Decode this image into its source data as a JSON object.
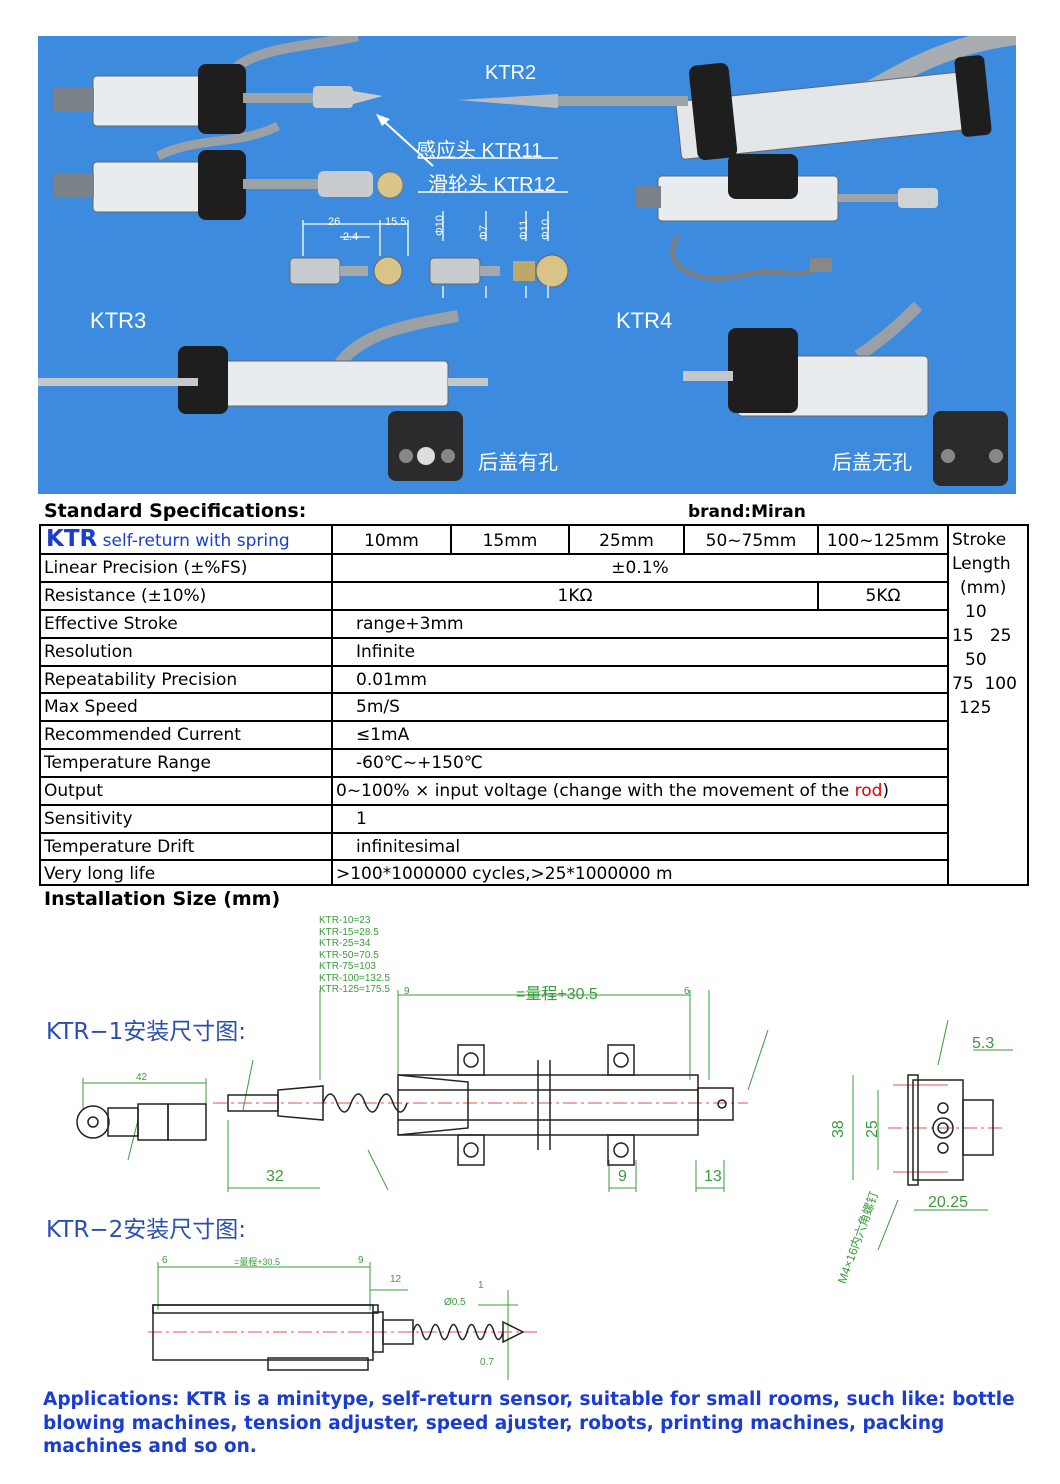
{
  "photo": {
    "labels": {
      "ktr2": "KTR2",
      "ktr11": "感应头 KTR11",
      "ktr12": "滑轮头 KTR12",
      "ktr3": "KTR3",
      "ktr4": "KTR4",
      "cover_hole": "后盖有孔",
      "cover_nohole": "后盖无孔"
    },
    "dims": {
      "d26": "26",
      "d24": "2.4",
      "d155": "15.5",
      "phi10a": "Φ10",
      "phi7": "Φ7",
      "phi11": "Φ11",
      "phi10b": "Φ10"
    },
    "colors": {
      "background": "#3d8bde"
    }
  },
  "spec": {
    "title": "Standard Specifications:",
    "brand": "brand:Miran",
    "model": "KTR",
    "model_sub": "self-return with spring",
    "stroke_headers": [
      "10mm",
      "15mm",
      "25mm",
      "50~75mm",
      "100~125mm"
    ],
    "side": {
      "lines": [
        "Stroke",
        "Length",
        "(mm)",
        "10",
        "15   25",
        "50",
        "75  100",
        "125"
      ]
    },
    "rows": [
      {
        "label": "Linear Precision (±%FS)",
        "value": "±0.1%"
      },
      {
        "label": "Resistance (±10%)",
        "value": "1KΩ",
        "value2": "5KΩ"
      },
      {
        "label": "Effective Stroke",
        "value": "range+3mm"
      },
      {
        "label": "Resolution",
        "value": "Infinite"
      },
      {
        "label": "Repeatability Precision",
        "value": "0.01mm"
      },
      {
        "label": "Max Speed",
        "value": "5m/S"
      },
      {
        "label": "Recommended Current",
        "value": "≤1mA"
      },
      {
        "label": "Temperature Range",
        "value": "-60℃~+150℃"
      },
      {
        "label": "Output",
        "value_pre": "0~100% × input voltage (change with the movement of the ",
        "value_red": "rod",
        "value_post": ")"
      },
      {
        "label": "Sensitivity",
        "value": "1"
      },
      {
        "label": "Temperature Drift",
        "value": "infinitesimal"
      },
      {
        "label": "Very long life",
        "value": ">100*1000000 cycles,>25*1000000 m"
      }
    ]
  },
  "install": {
    "title": "Installation Size (mm)",
    "ktr1_title": "KTR−1安装尺寸图:",
    "ktr2_title": "KTR−2安装尺寸图:",
    "length_list": [
      "KTR-10=23",
      "KTR-15=28.5",
      "KTR-25=34",
      "KTR-50=70.5",
      "KTR-75=103",
      "KTR-100=132.5",
      "KTR-125=175.5"
    ],
    "dims": {
      "total": "=量程+30.5",
      "d9": "9",
      "d6": "6",
      "d42": "42",
      "d32": "32",
      "d9b": "9",
      "d13": "13",
      "d53": "5.3",
      "d38": "38",
      "d25": "25",
      "d2025": "20.25",
      "m4": "M4×16内六角螺钉",
      "k2_total": "=量程+30.5",
      "k2_6": "6",
      "k2_9": "9",
      "k2_12": "12",
      "k2_1": "1",
      "k2_05": "Ø0.5",
      "k2_07": "0.7"
    },
    "colors": {
      "dim": "#3b9b3b",
      "title": "#2b4fb0"
    }
  },
  "applications": "Applications: KTR is a minitype, self-return sensor, suitable for small rooms, such like: bottle blowing machines, tension adjuster, speed ajuster, robots, printing machines, packing machines and so on."
}
